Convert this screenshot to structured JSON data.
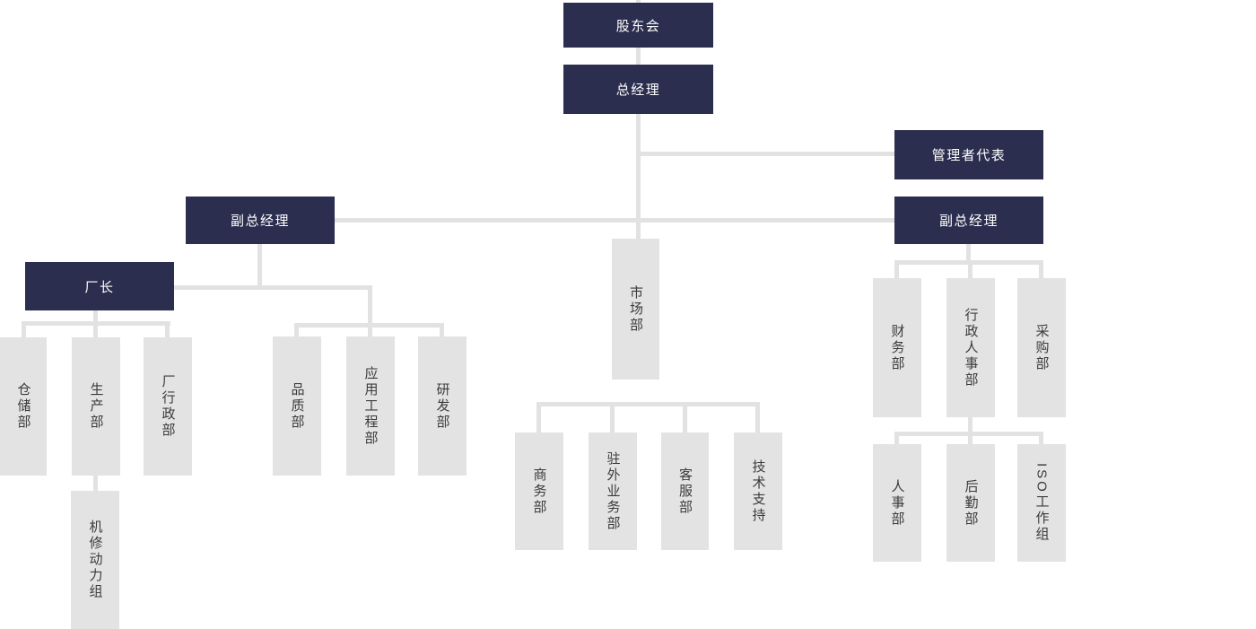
{
  "diagram": {
    "type": "org-chart",
    "language": "zh-CN"
  },
  "colors": {
    "primary_box": "#2b2e4e",
    "primary_text": "#ffffff",
    "secondary_box": "#e3e3e3",
    "secondary_text": "#3b3b3b",
    "connector": "#e2e2e2",
    "background": "#ffffff"
  },
  "nodes": {
    "shareholders": "股东会",
    "general_manager": "总经理",
    "management_rep": "管理者代表",
    "deputy_gm_left": "副总经理",
    "deputy_gm_right": "副总经理",
    "factory_director": "厂长",
    "warehouse": "仓储部",
    "production": "生产部",
    "factory_admin": "厂行政部",
    "machine_repair_group": "机修动力组",
    "quality": "品质部",
    "application_engineering": "应用工程部",
    "rnd": "研发部",
    "marketing": "市场部",
    "business": "商务部",
    "field_business": "驻外业务部",
    "customer_service": "客服部",
    "tech_support": "技术支持",
    "finance": "财务部",
    "admin_hr": "行政人事部",
    "procurement": "采购部",
    "hr": "人事部",
    "logistics": "后勤部",
    "iso_workgroup": "ISO工作组"
  }
}
